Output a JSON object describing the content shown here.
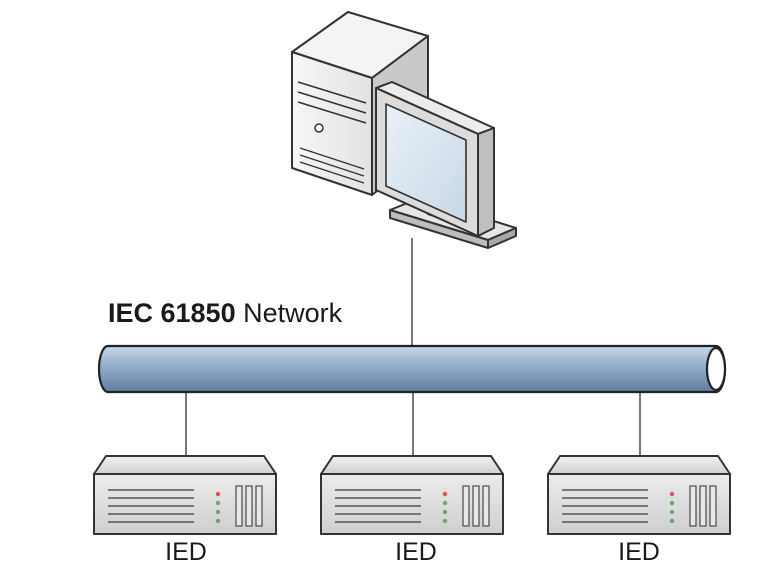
{
  "network": {
    "label_bold": "IEC 61850",
    "label_rest": " Network"
  },
  "devices": [
    {
      "label": "IED"
    },
    {
      "label": "IED"
    },
    {
      "label": "IED"
    }
  ],
  "colors": {
    "pipe": "#7e9ec2",
    "connector": "#4a4a4a",
    "device_body": "#dcdcdc",
    "screen": "#dbe6f0",
    "led": "#6aa86a"
  }
}
